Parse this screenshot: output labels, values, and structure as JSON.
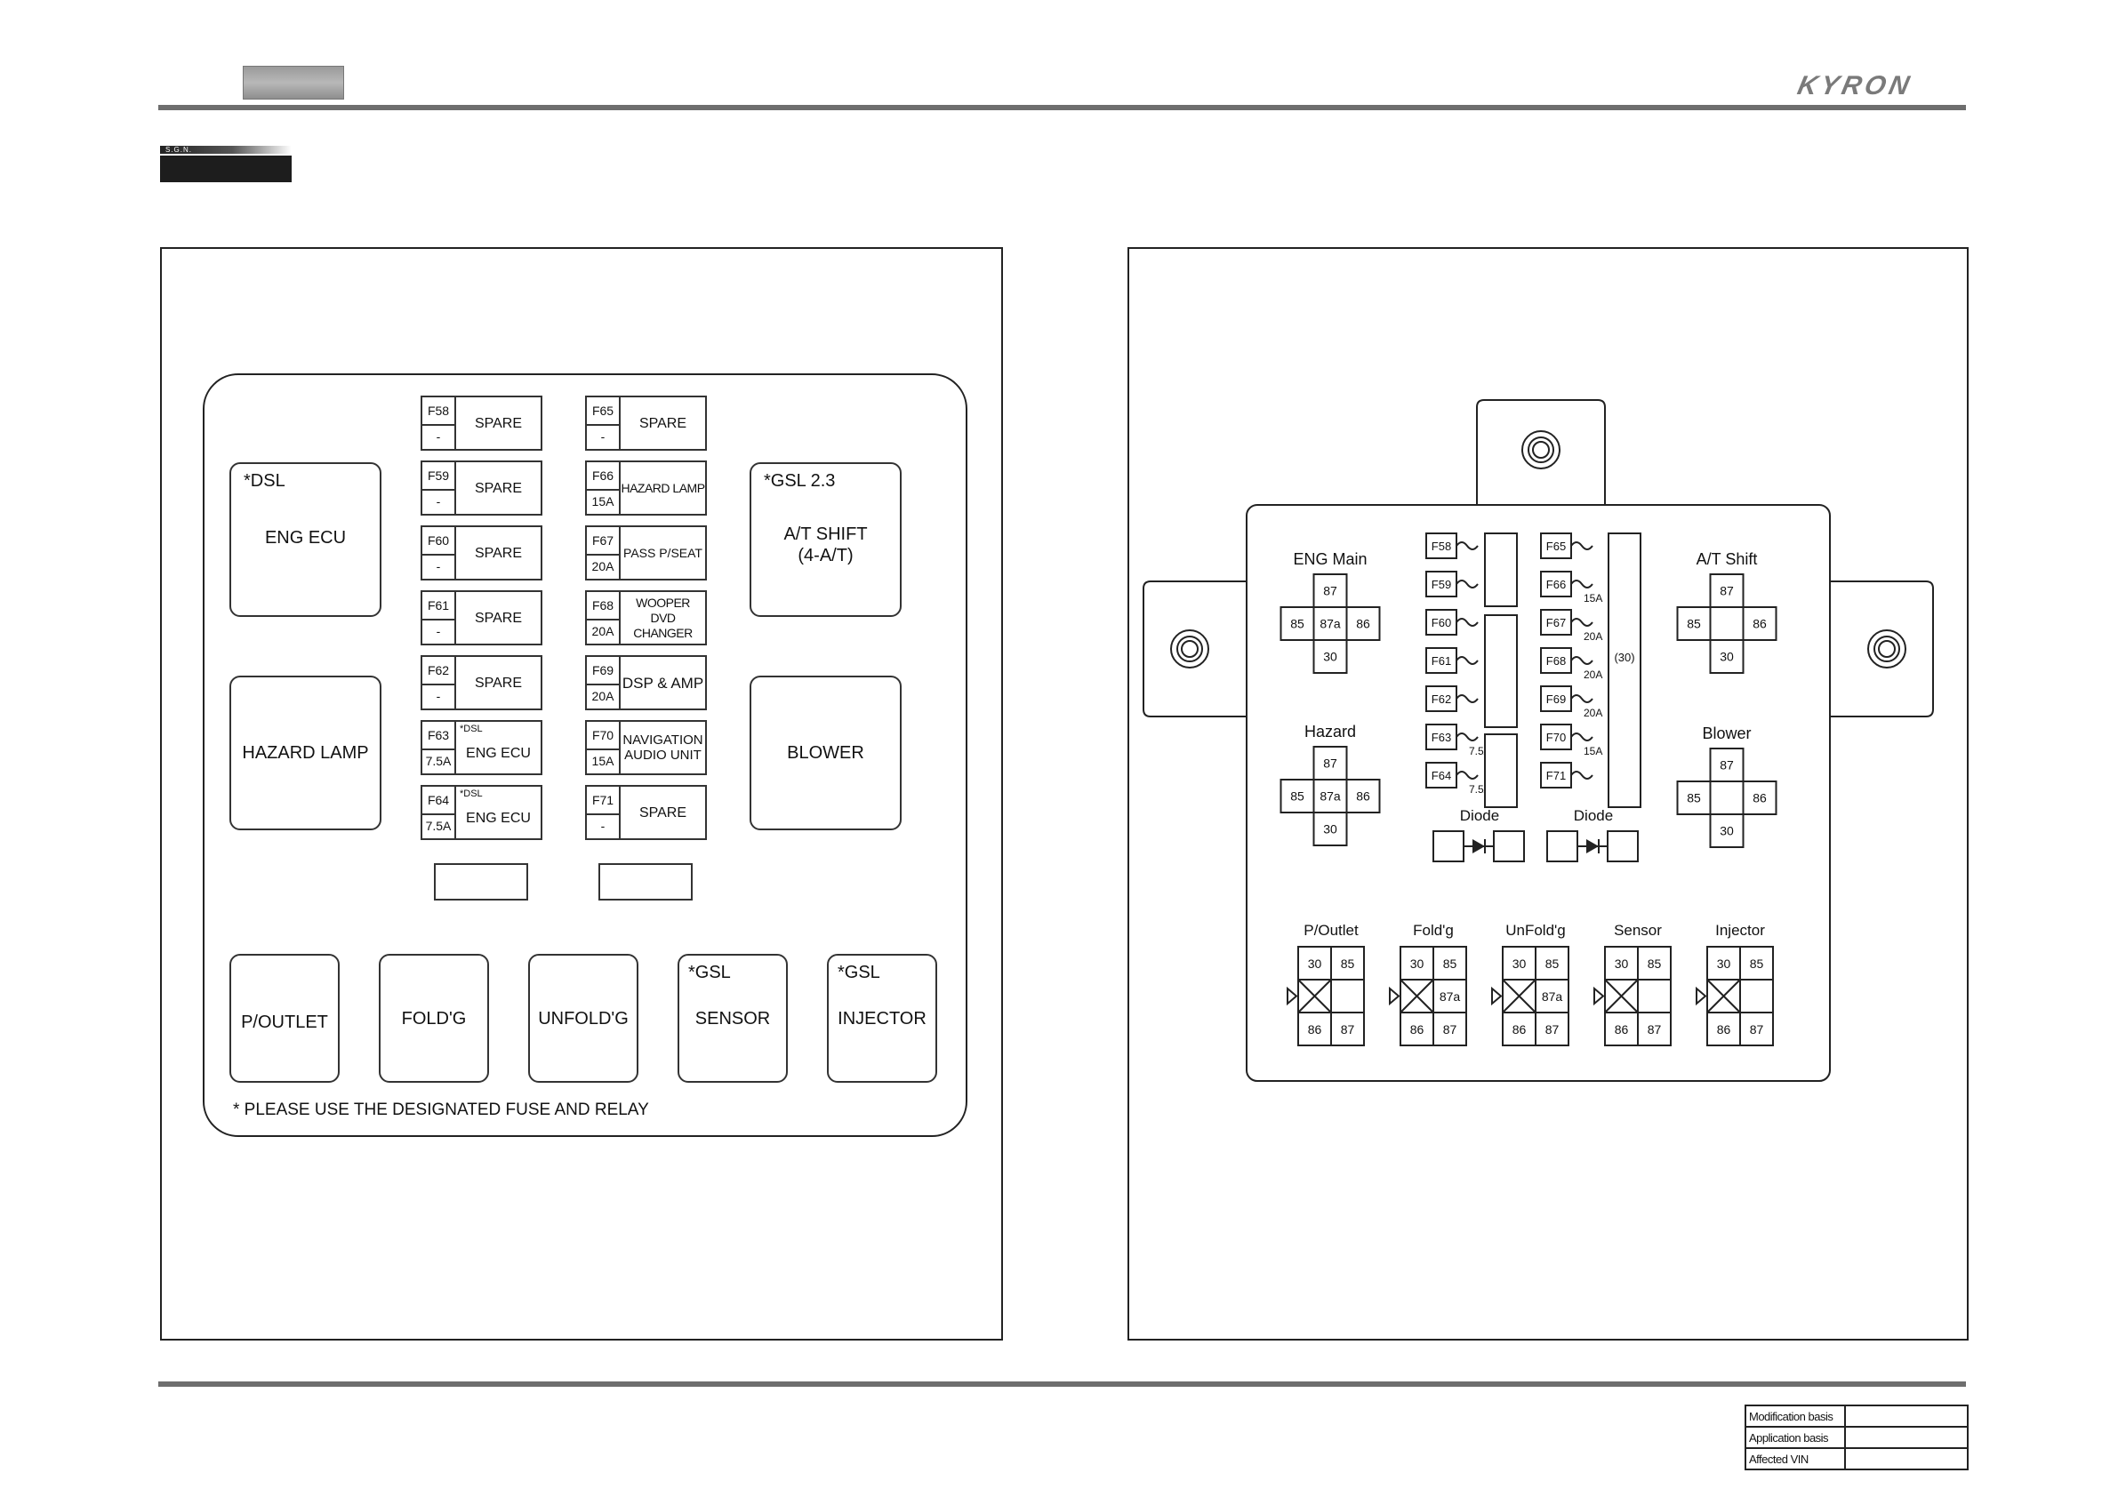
{
  "brand": {
    "logo": "KYRON"
  },
  "badge_text": "S.G.N.",
  "fuse_diagram": {
    "relays_left": [
      {
        "tag": "*DSL",
        "label": "ENG ECU"
      },
      {
        "tag": "",
        "label": "HAZARD LAMP"
      }
    ],
    "relays_right": [
      {
        "tag": "*GSL 2.3",
        "label": "A/T SHIFT",
        "label2": "(4-A/T)"
      },
      {
        "tag": "",
        "label": "BLOWER"
      }
    ],
    "fuses_col1": [
      {
        "id": "F58",
        "amp": "-",
        "note": "",
        "label": "SPARE",
        "label2": ""
      },
      {
        "id": "F59",
        "amp": "-",
        "note": "",
        "label": "SPARE",
        "label2": ""
      },
      {
        "id": "F60",
        "amp": "-",
        "note": "",
        "label": "SPARE",
        "label2": ""
      },
      {
        "id": "F61",
        "amp": "-",
        "note": "",
        "label": "SPARE",
        "label2": ""
      },
      {
        "id": "F62",
        "amp": "-",
        "note": "",
        "label": "SPARE",
        "label2": ""
      },
      {
        "id": "F63",
        "amp": "7.5A",
        "note": "*DSL",
        "label": "ENG ECU",
        "label2": ""
      },
      {
        "id": "F64",
        "amp": "7.5A",
        "note": "*DSL",
        "label": "ENG ECU",
        "label2": ""
      }
    ],
    "fuses_col2": [
      {
        "id": "F65",
        "amp": "-",
        "note": "",
        "label": "SPARE",
        "label2": ""
      },
      {
        "id": "F66",
        "amp": "15A",
        "note": "",
        "label": "HAZARD LAMP",
        "label2": ""
      },
      {
        "id": "F67",
        "amp": "20A",
        "note": "",
        "label": "PASS P/SEAT",
        "label2": ""
      },
      {
        "id": "F68",
        "amp": "20A",
        "note": "",
        "label": "WOOPER",
        "label2": "DVD CHANGER"
      },
      {
        "id": "F69",
        "amp": "20A",
        "note": "",
        "label": "DSP & AMP",
        "label2": ""
      },
      {
        "id": "F70",
        "amp": "15A",
        "note": "",
        "label": "NAVIGATION",
        "label2": "AUDIO UNIT"
      },
      {
        "id": "F71",
        "amp": "-",
        "note": "",
        "label": "SPARE",
        "label2": ""
      }
    ],
    "bottom_relays": [
      {
        "tag": "",
        "label": "P/OUTLET"
      },
      {
        "tag": "",
        "label": "FOLD'G"
      },
      {
        "tag": "",
        "label": "UNFOLD'G"
      },
      {
        "tag": "*GSL",
        "label": "SENSOR"
      },
      {
        "tag": "*GSL",
        "label": "INJECTOR"
      }
    ],
    "footnote": "* PLEASE USE THE DESIGNATED FUSE AND RELAY"
  },
  "schematic": {
    "relays4": [
      {
        "name": "ENG Main",
        "pins": [
          "87",
          "85",
          "87a",
          "86",
          "30"
        ]
      },
      {
        "name": "Hazard",
        "pins": [
          "87",
          "85",
          "87a",
          "86",
          "30"
        ]
      },
      {
        "name": "A/T Shift",
        "pins": [
          "87",
          "85",
          "",
          "86",
          "30"
        ]
      },
      {
        "name": "Blower",
        "pins": [
          "87",
          "85",
          "",
          "86",
          "30"
        ]
      }
    ],
    "fuse_labels_left": [
      "F58",
      "F59",
      "F60",
      "F61",
      "F62",
      "F63",
      "F64"
    ],
    "fuse_amps_left": [
      "",
      "",
      "",
      "",
      "",
      "7.5A",
      "7.5A"
    ],
    "fuse_labels_right": [
      "F65",
      "F66",
      "F67",
      "F68",
      "F69",
      "F70",
      "F71"
    ],
    "fuse_amps_right": [
      "",
      "15A",
      "20A",
      "20A",
      "20A",
      "15A",
      ""
    ],
    "bus_label": "(30)",
    "diode_label": "Diode",
    "relays6": [
      {
        "name": "P/Outlet",
        "pins": [
          "30",
          "85",
          "",
          "86",
          "87"
        ]
      },
      {
        "name": "Fold'g",
        "pins": [
          "30",
          "85",
          "87a",
          "86",
          "87"
        ]
      },
      {
        "name": "UnFold'g",
        "pins": [
          "30",
          "85",
          "87a",
          "86",
          "87"
        ]
      },
      {
        "name": "Sensor",
        "pins": [
          "30",
          "85",
          "",
          "86",
          "87"
        ]
      },
      {
        "name": "Injector",
        "pins": [
          "30",
          "85",
          "",
          "86",
          "87"
        ]
      }
    ]
  },
  "info_table": [
    {
      "label": "Modification basis",
      "value": ""
    },
    {
      "label": "Application basis",
      "value": ""
    },
    {
      "label": "Affected VIN",
      "value": ""
    }
  ]
}
